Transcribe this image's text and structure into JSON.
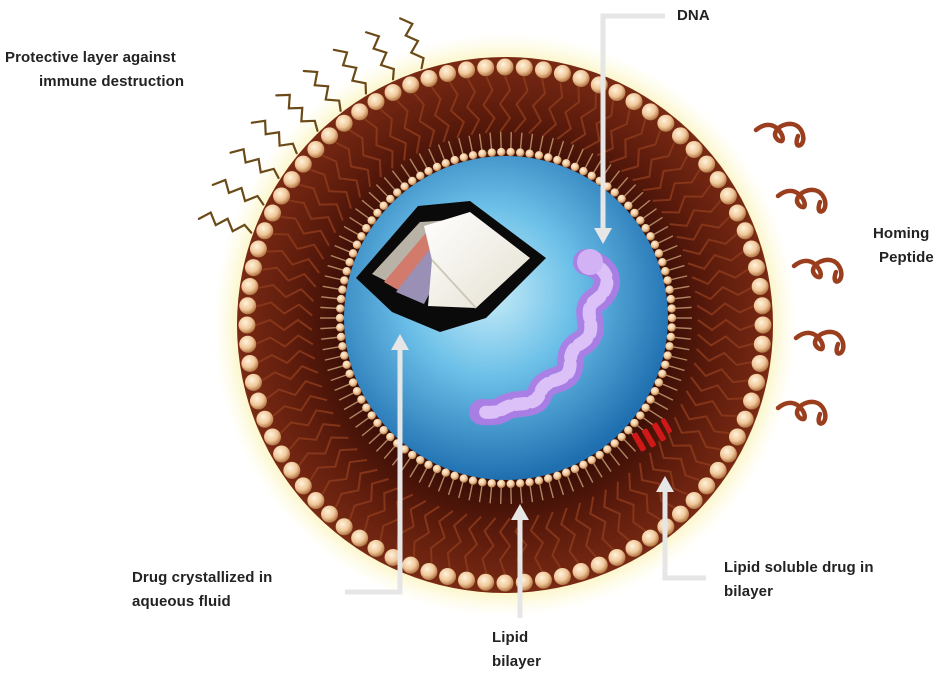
{
  "labels": {
    "protective_layer": [
      "Protective layer against",
      "immune destruction"
    ],
    "dna": "DNA",
    "homing_peptide": [
      "Homing",
      "Peptide"
    ],
    "drug_crystallized": [
      "Drug crystallized in",
      "aqueous fluid"
    ],
    "lipid_bilayer": [
      "Lipid",
      "bilayer"
    ],
    "lipid_soluble_drug": [
      "Lipid soluble drug in",
      "bilayer"
    ]
  },
  "colors": {
    "outer_glow": "#f3e98a",
    "bilayer_dark": "#4a1408",
    "bilayer_mid": "#7a2a14",
    "head_bead": "#f0c79a",
    "core_light": "#a8dcf0",
    "core_dark": "#2a86c8",
    "dna": "#c89cf2",
    "crystal_face": "#fafaf5",
    "drug_spot": "#d01818",
    "pointer_line": "#e9e9e9"
  }
}
